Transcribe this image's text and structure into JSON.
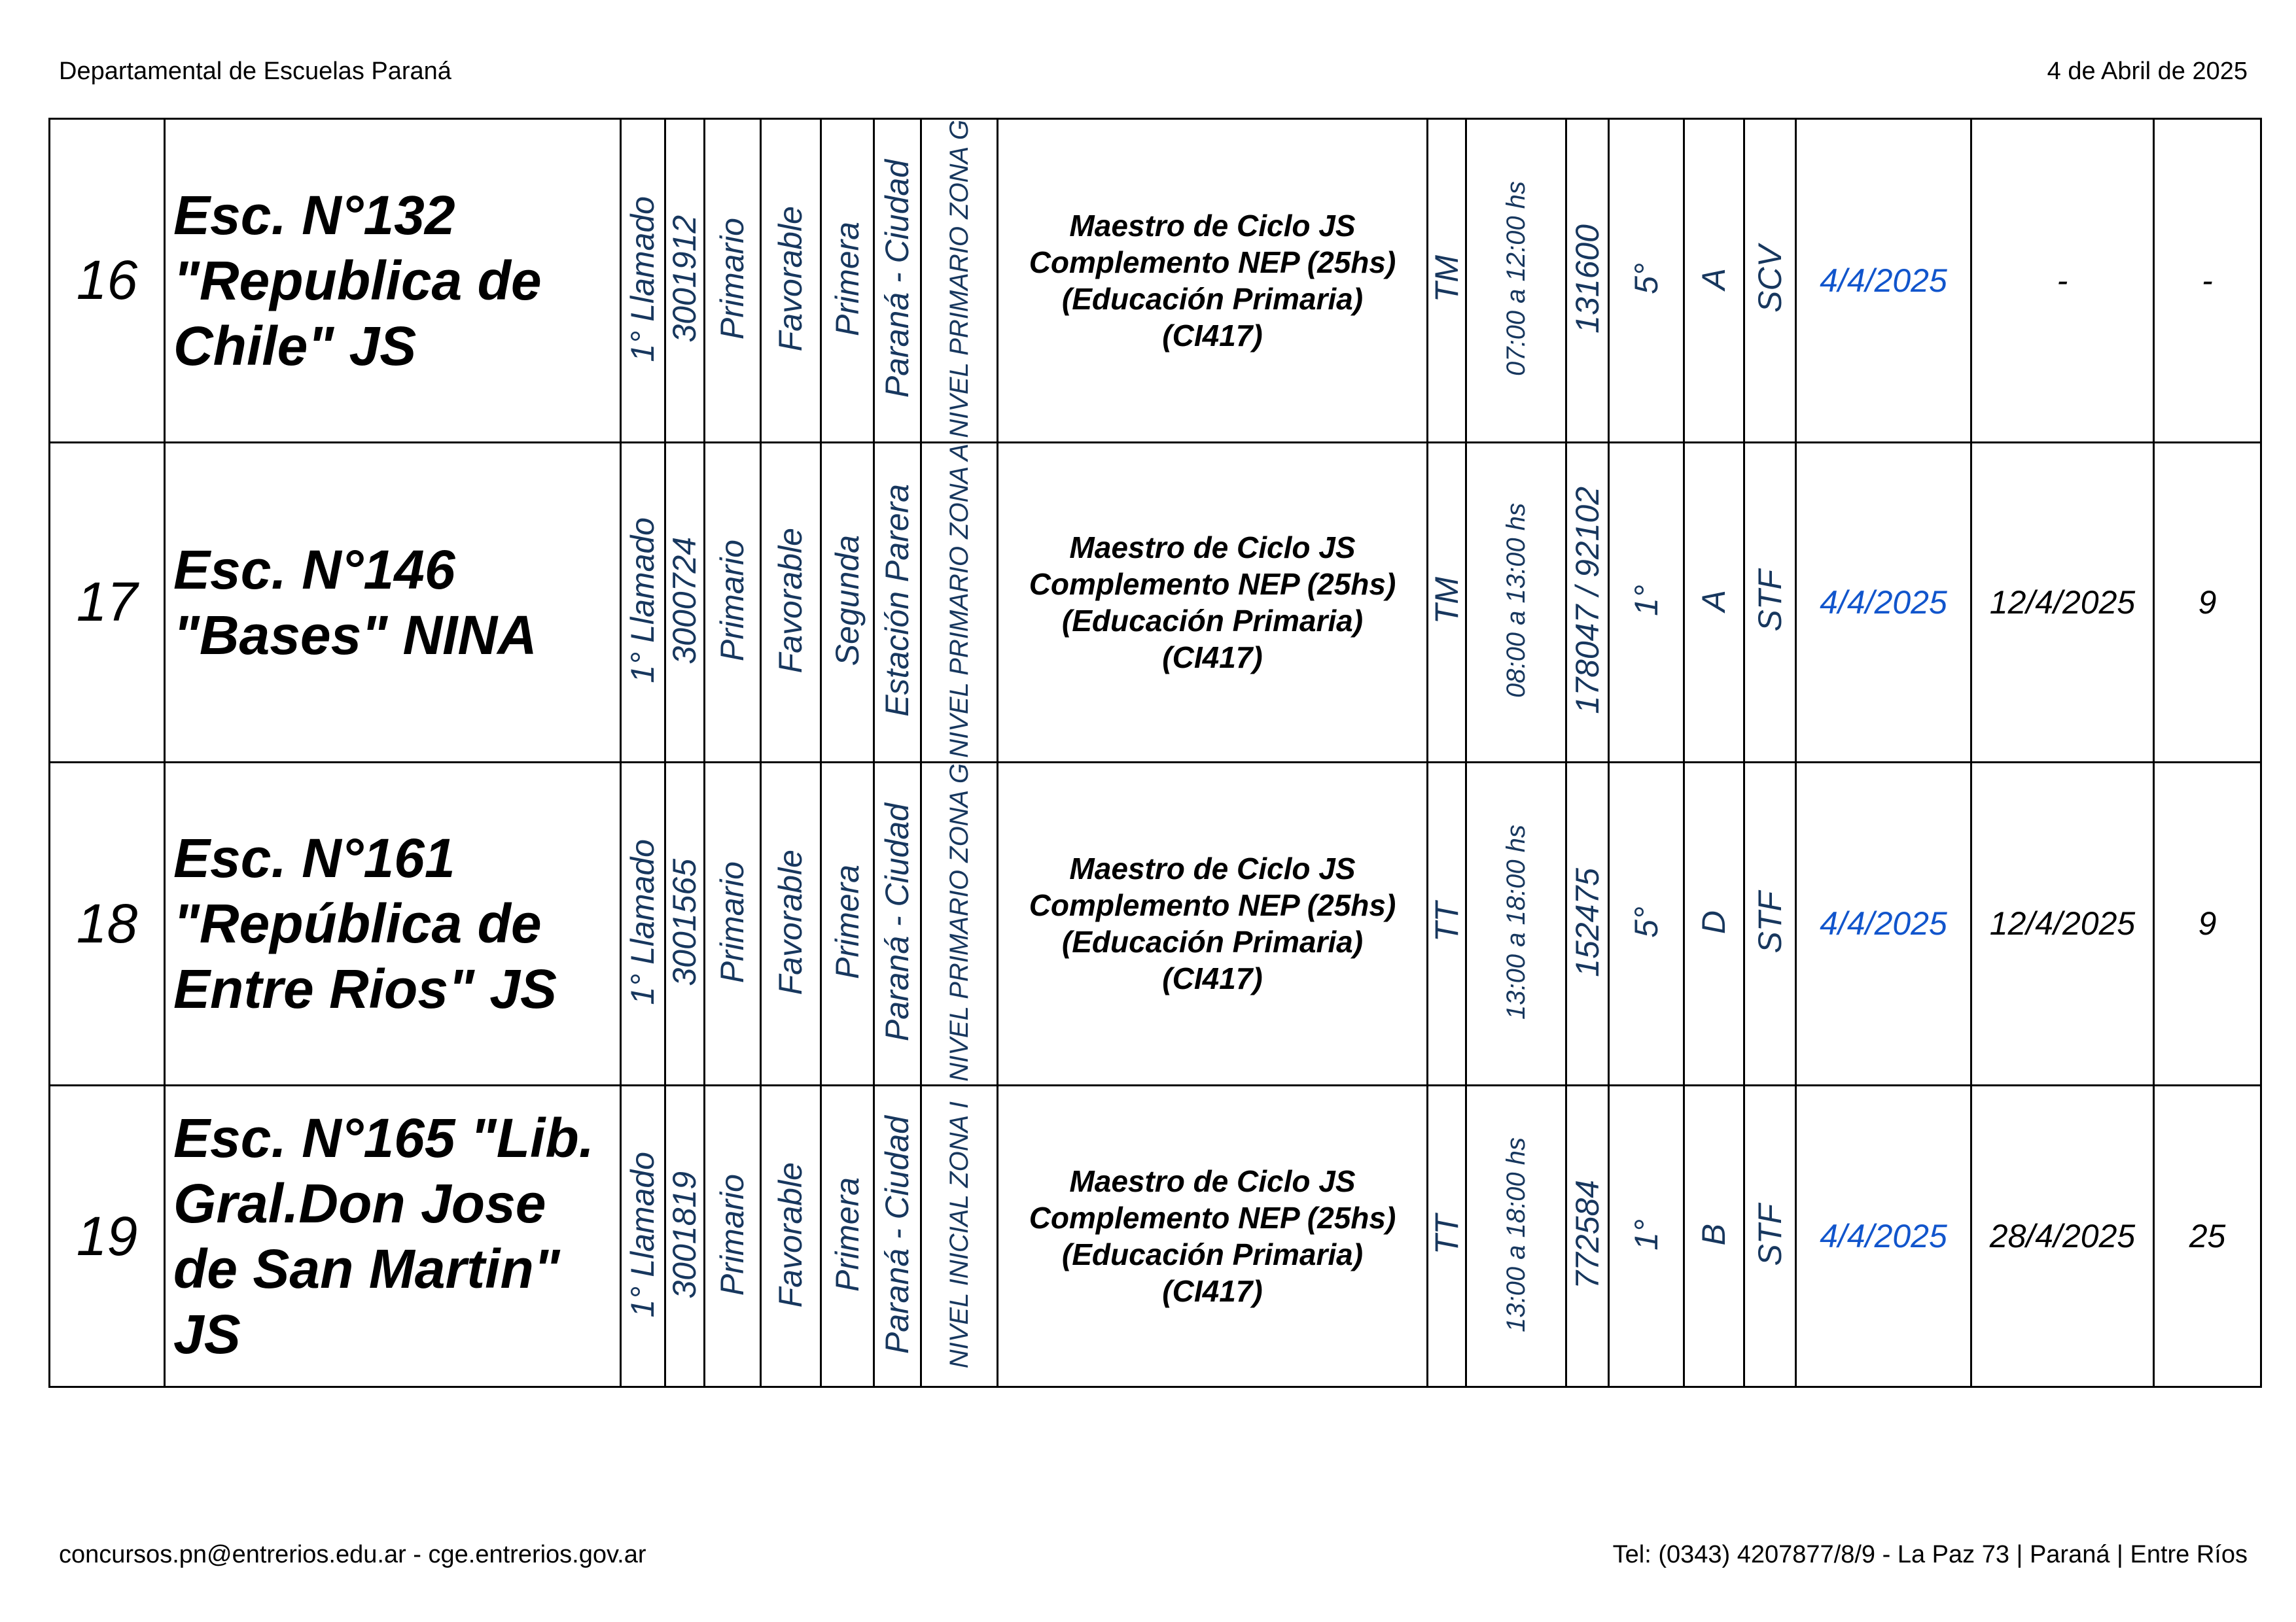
{
  "header": {
    "left": "Departamental de Escuelas Paraná",
    "right": "4 de Abril de 2025"
  },
  "footer": {
    "left": "concursos.pn@entrerios.edu.ar - cge.entrerios.gov.ar",
    "right": "Tel: (0343) 4207877/8/9 - La Paz 73 | Paraná | Entre Ríos"
  },
  "colors": {
    "vertical_text": "#17375e",
    "date": "#1155cc"
  },
  "rows": [
    {
      "num": "16",
      "school": "Esc. N°132 \"Republica de Chile\" JS",
      "llamado": "1° Llamado",
      "code": "3001912",
      "nivel": "Primario",
      "tipo": "Favorable",
      "categoria": "Primera",
      "localidad": "Paraná - Ciudad",
      "zona": "NIVEL PRIMARIO ZONA G",
      "cargo": [
        "Maestro de Ciclo JS",
        "Complemento NEP (25hs)",
        "(Educación Primaria)",
        "(CI417)"
      ],
      "turno": "TM",
      "horario": "07:00 a 12:00 hs",
      "id": "131600",
      "grado": "5°",
      "seccion": "A",
      "sit": "SCV",
      "desde": "4/4/2025",
      "hasta": "-",
      "dias": "-"
    },
    {
      "num": "17",
      "school": "Esc. N°146 \"Bases\" NINA",
      "llamado": "1° Llamado",
      "code": "3000724",
      "nivel": "Primario",
      "tipo": "Favorable",
      "categoria": "Segunda",
      "localidad": "Estación Parera",
      "zona": "NIVEL PRIMARIO ZONA A",
      "cargo": [
        "Maestro de Ciclo JS",
        "Complemento NEP (25hs)",
        "(Educación Primaria)",
        "(CI417)"
      ],
      "turno": "TM",
      "horario": "08:00 a 13:00 hs",
      "id": "178047 / 92102",
      "grado": "1°",
      "seccion": "A",
      "sit": "STF",
      "desde": "4/4/2025",
      "hasta": "12/4/2025",
      "dias": "9"
    },
    {
      "num": "18",
      "school": "Esc. N°161 \"República de Entre Rios\" JS",
      "llamado": "1° Llamado",
      "code": "3001565",
      "nivel": "Primario",
      "tipo": "Favorable",
      "categoria": "Primera",
      "localidad": "Paraná - Ciudad",
      "zona": "NIVEL PRIMARIO ZONA G",
      "cargo": [
        "Maestro de Ciclo JS",
        "Complemento NEP (25hs)",
        "(Educación Primaria)",
        "(CI417)"
      ],
      "turno": "TT",
      "horario": "13:00 a 18:00 hs",
      "id": "152475",
      "grado": "5°",
      "seccion": "D",
      "sit": "STF",
      "desde": "4/4/2025",
      "hasta": "12/4/2025",
      "dias": "9"
    },
    {
      "num": "19",
      "school": "Esc. N°165 \"Lib. Gral.Don Jose de San Martin\" JS",
      "llamado": "1° Llamado",
      "code": "3001819",
      "nivel": "Primario",
      "tipo": "Favorable",
      "categoria": "Primera",
      "localidad": "Paraná - Ciudad",
      "zona": "NIVEL INICIAL ZONA I",
      "cargo": [
        "Maestro de Ciclo JS",
        "Complemento NEP (25hs)",
        "(Educación Primaria)",
        "(CI417)"
      ],
      "turno": "TT",
      "horario": "13:00 a 18:00 hs",
      "id": "772584",
      "grado": "1°",
      "seccion": "B",
      "sit": "STF",
      "desde": "4/4/2025",
      "hasta": "28/4/2025",
      "dias": "25"
    }
  ]
}
